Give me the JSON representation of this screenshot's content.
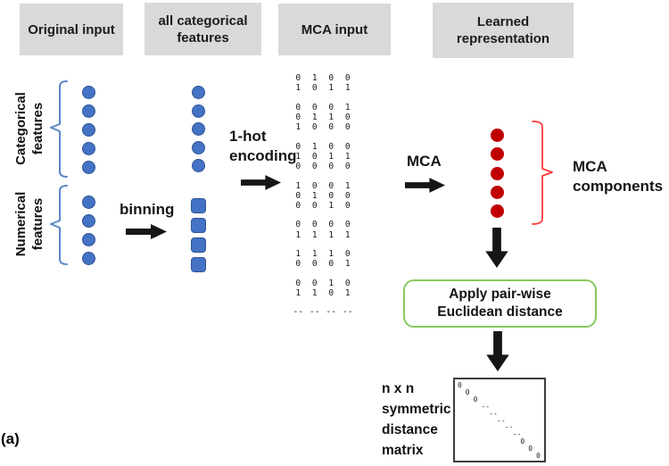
{
  "colors": {
    "header-bg": "#d9d9d9",
    "blue": "#4472c4",
    "blue-border": "#2f5597",
    "red": "#c00000",
    "bracket-blue": "#5b87c7",
    "bracket-red": "#fb3b3b",
    "green": "#86c95f",
    "arrow": "#161616"
  },
  "headers": {
    "original": "Original input",
    "all_categorical": "all categorical features",
    "mca_input": "MCA input",
    "learned": "Learned representation"
  },
  "side_labels": {
    "categorical": [
      "Categorical",
      "features"
    ],
    "numerical": [
      "Numerical",
      "features"
    ]
  },
  "process_labels": {
    "binning": "binning",
    "one_hot": [
      "1-hot",
      "encoding"
    ],
    "mca": "MCA",
    "mca_components": [
      "MCA",
      "components"
    ]
  },
  "shapes": {
    "original_categorical_circles": 5,
    "original_numerical_circles": 4,
    "allcat_circles": 5,
    "allcat_squares": 4,
    "learned_circles": 5
  },
  "mca_input": {
    "groups": [
      [
        [
          "0",
          "1",
          "0",
          "0"
        ],
        [
          "1",
          "0",
          "1",
          "1"
        ]
      ],
      [
        [
          "0",
          "0",
          "0",
          "1"
        ],
        [
          "0",
          "1",
          "1",
          "0"
        ],
        [
          "1",
          "0",
          "0",
          "0"
        ]
      ],
      [
        [
          "0",
          "1",
          "0",
          "0"
        ],
        [
          "1",
          "0",
          "1",
          "1"
        ],
        [
          "0",
          "0",
          "0",
          "0"
        ]
      ],
      [
        [
          "1",
          "0",
          "0",
          "1"
        ],
        [
          "0",
          "1",
          "0",
          "0"
        ],
        [
          "0",
          "0",
          "1",
          "0"
        ]
      ],
      [
        [
          "0",
          "0",
          "0",
          "0"
        ],
        [
          "1",
          "1",
          "1",
          "1"
        ]
      ],
      [
        [
          "1",
          "1",
          "1",
          "0"
        ],
        [
          "0",
          "0",
          "0",
          "1"
        ]
      ],
      [
        [
          "0",
          "0",
          "1",
          "0"
        ],
        [
          "1",
          "1",
          "0",
          "1"
        ]
      ]
    ],
    "ellipsis_row": [
      "--",
      "--",
      "--",
      "--"
    ]
  },
  "distance_box": {
    "lines": [
      "Apply pair-wise",
      "Euclidean distance"
    ]
  },
  "distance_matrix": {
    "label_lines": [
      "n x n",
      "symmetric",
      "distance",
      "matrix"
    ],
    "diagonal": [
      "0",
      "0",
      "0",
      "--",
      "--",
      "--",
      "--",
      "--",
      "0",
      "0",
      "0"
    ]
  },
  "caption": "(a)"
}
